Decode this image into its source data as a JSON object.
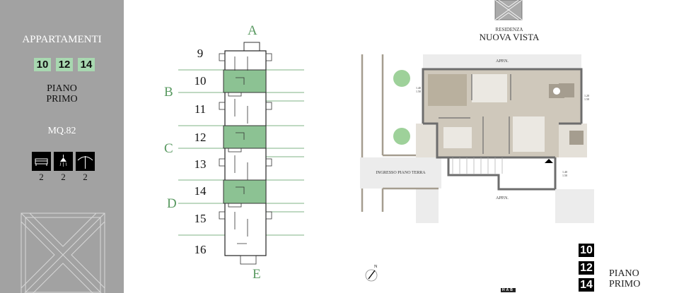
{
  "sidebar": {
    "title": "APPARTAMENTI",
    "apartments": [
      "10",
      "12",
      "14"
    ],
    "floor_line1": "PIANO",
    "floor_line2": "PRIMO",
    "area": "MQ.82",
    "amenities": [
      {
        "icon": "bed-icon",
        "count": "2"
      },
      {
        "icon": "shower-icon",
        "count": "2"
      },
      {
        "icon": "umbrella-icon",
        "count": "2"
      }
    ],
    "background": "#a2a2a2",
    "badge_color": "#a8d8b0"
  },
  "key_plan": {
    "units": [
      "9",
      "10",
      "11",
      "12",
      "13",
      "14",
      "15",
      "16"
    ],
    "highlighted_units": [
      "10",
      "12",
      "14"
    ],
    "sections": [
      "A",
      "B",
      "C",
      "D",
      "E"
    ],
    "accent": "#5a9a62"
  },
  "header": {
    "subtitle": "RESIDENZA",
    "title": "NUOVA VISTA"
  },
  "floor_plan": {
    "neighbor_top": "APP.N.",
    "neighbor_bottom": "APP.N.",
    "entrance": "INGRESSO PIANO TERRA",
    "window_left": [
      "1.40",
      "1.50"
    ],
    "window_right": [
      "1.20",
      "1.50"
    ],
    "window_bottom": [
      "1.40",
      "1.50"
    ]
  },
  "legend": {
    "apartments": [
      "10",
      "12",
      "14"
    ],
    "floor_line1": "PIANO",
    "floor_line2": "PRIMO",
    "compass": "N",
    "brand": "HAB"
  }
}
